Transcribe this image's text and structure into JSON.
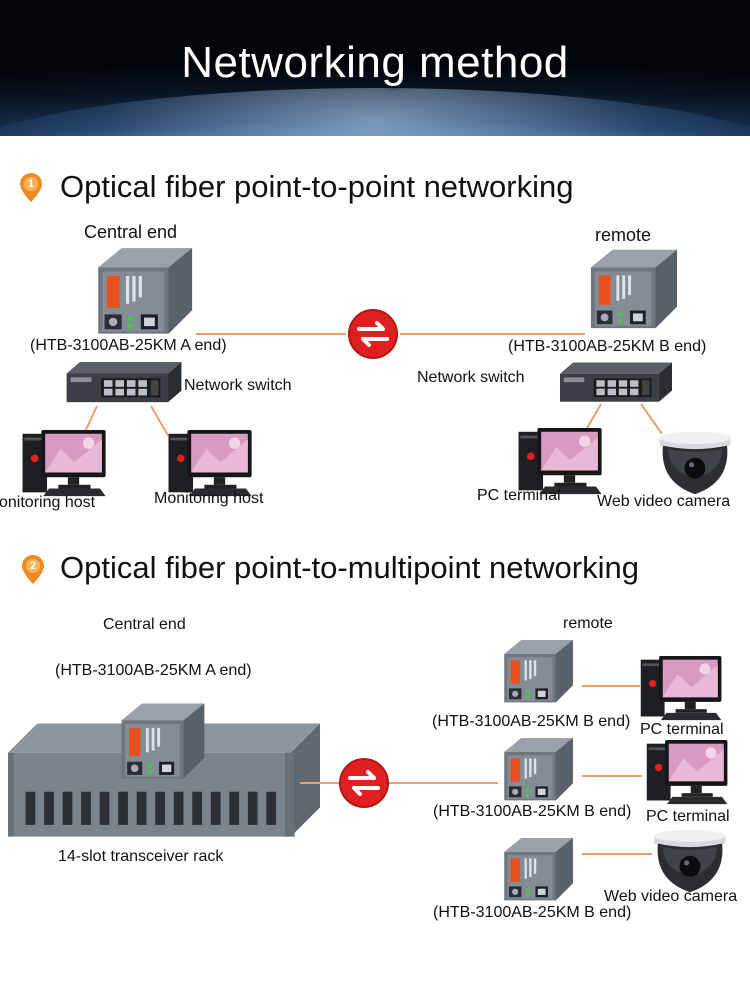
{
  "banner": {
    "title": "Networking method"
  },
  "section1": {
    "number": "1",
    "title": "Optical fiber point-to-point networking",
    "central_end_label": "Central end",
    "remote_label": "remote",
    "a_end_label": "(HTB-3100AB-25KM A end)",
    "b_end_label": "(HTB-3100AB-25KM B end)",
    "left_switch_label": "Network switch",
    "right_switch_label": "Network switch",
    "monitoring_host_left": "onitoring host",
    "monitoring_host_right": "Monitoring host",
    "pc_terminal": "PC terminal",
    "web_camera": "Web video camera"
  },
  "section2": {
    "number": "2",
    "title": "Optical fiber point-to-multipoint networking",
    "central_end_label": "Central end",
    "a_end_label": "(HTB-3100AB-25KM A end)",
    "remote_label": "remote",
    "rack_label": "14-slot transceiver rack",
    "b_end_labels": [
      "(HTB-3100AB-25KM B end)",
      "(HTB-3100AB-25KM B end)",
      "(HTB-3100AB-25KM B end)"
    ],
    "pc_terminal_1": "PC terminal",
    "pc_terminal_2": "PC terminal",
    "web_camera": "Web video camera"
  },
  "colors": {
    "accent_orange": "#f08a24",
    "sync_red": "#e02020",
    "link_line": "#e8a070"
  },
  "icons": [
    "location-pin-icon",
    "sync-arrows-icon",
    "media-converter",
    "network-switch",
    "desktop-computer",
    "dome-camera",
    "transceiver-rack"
  ]
}
